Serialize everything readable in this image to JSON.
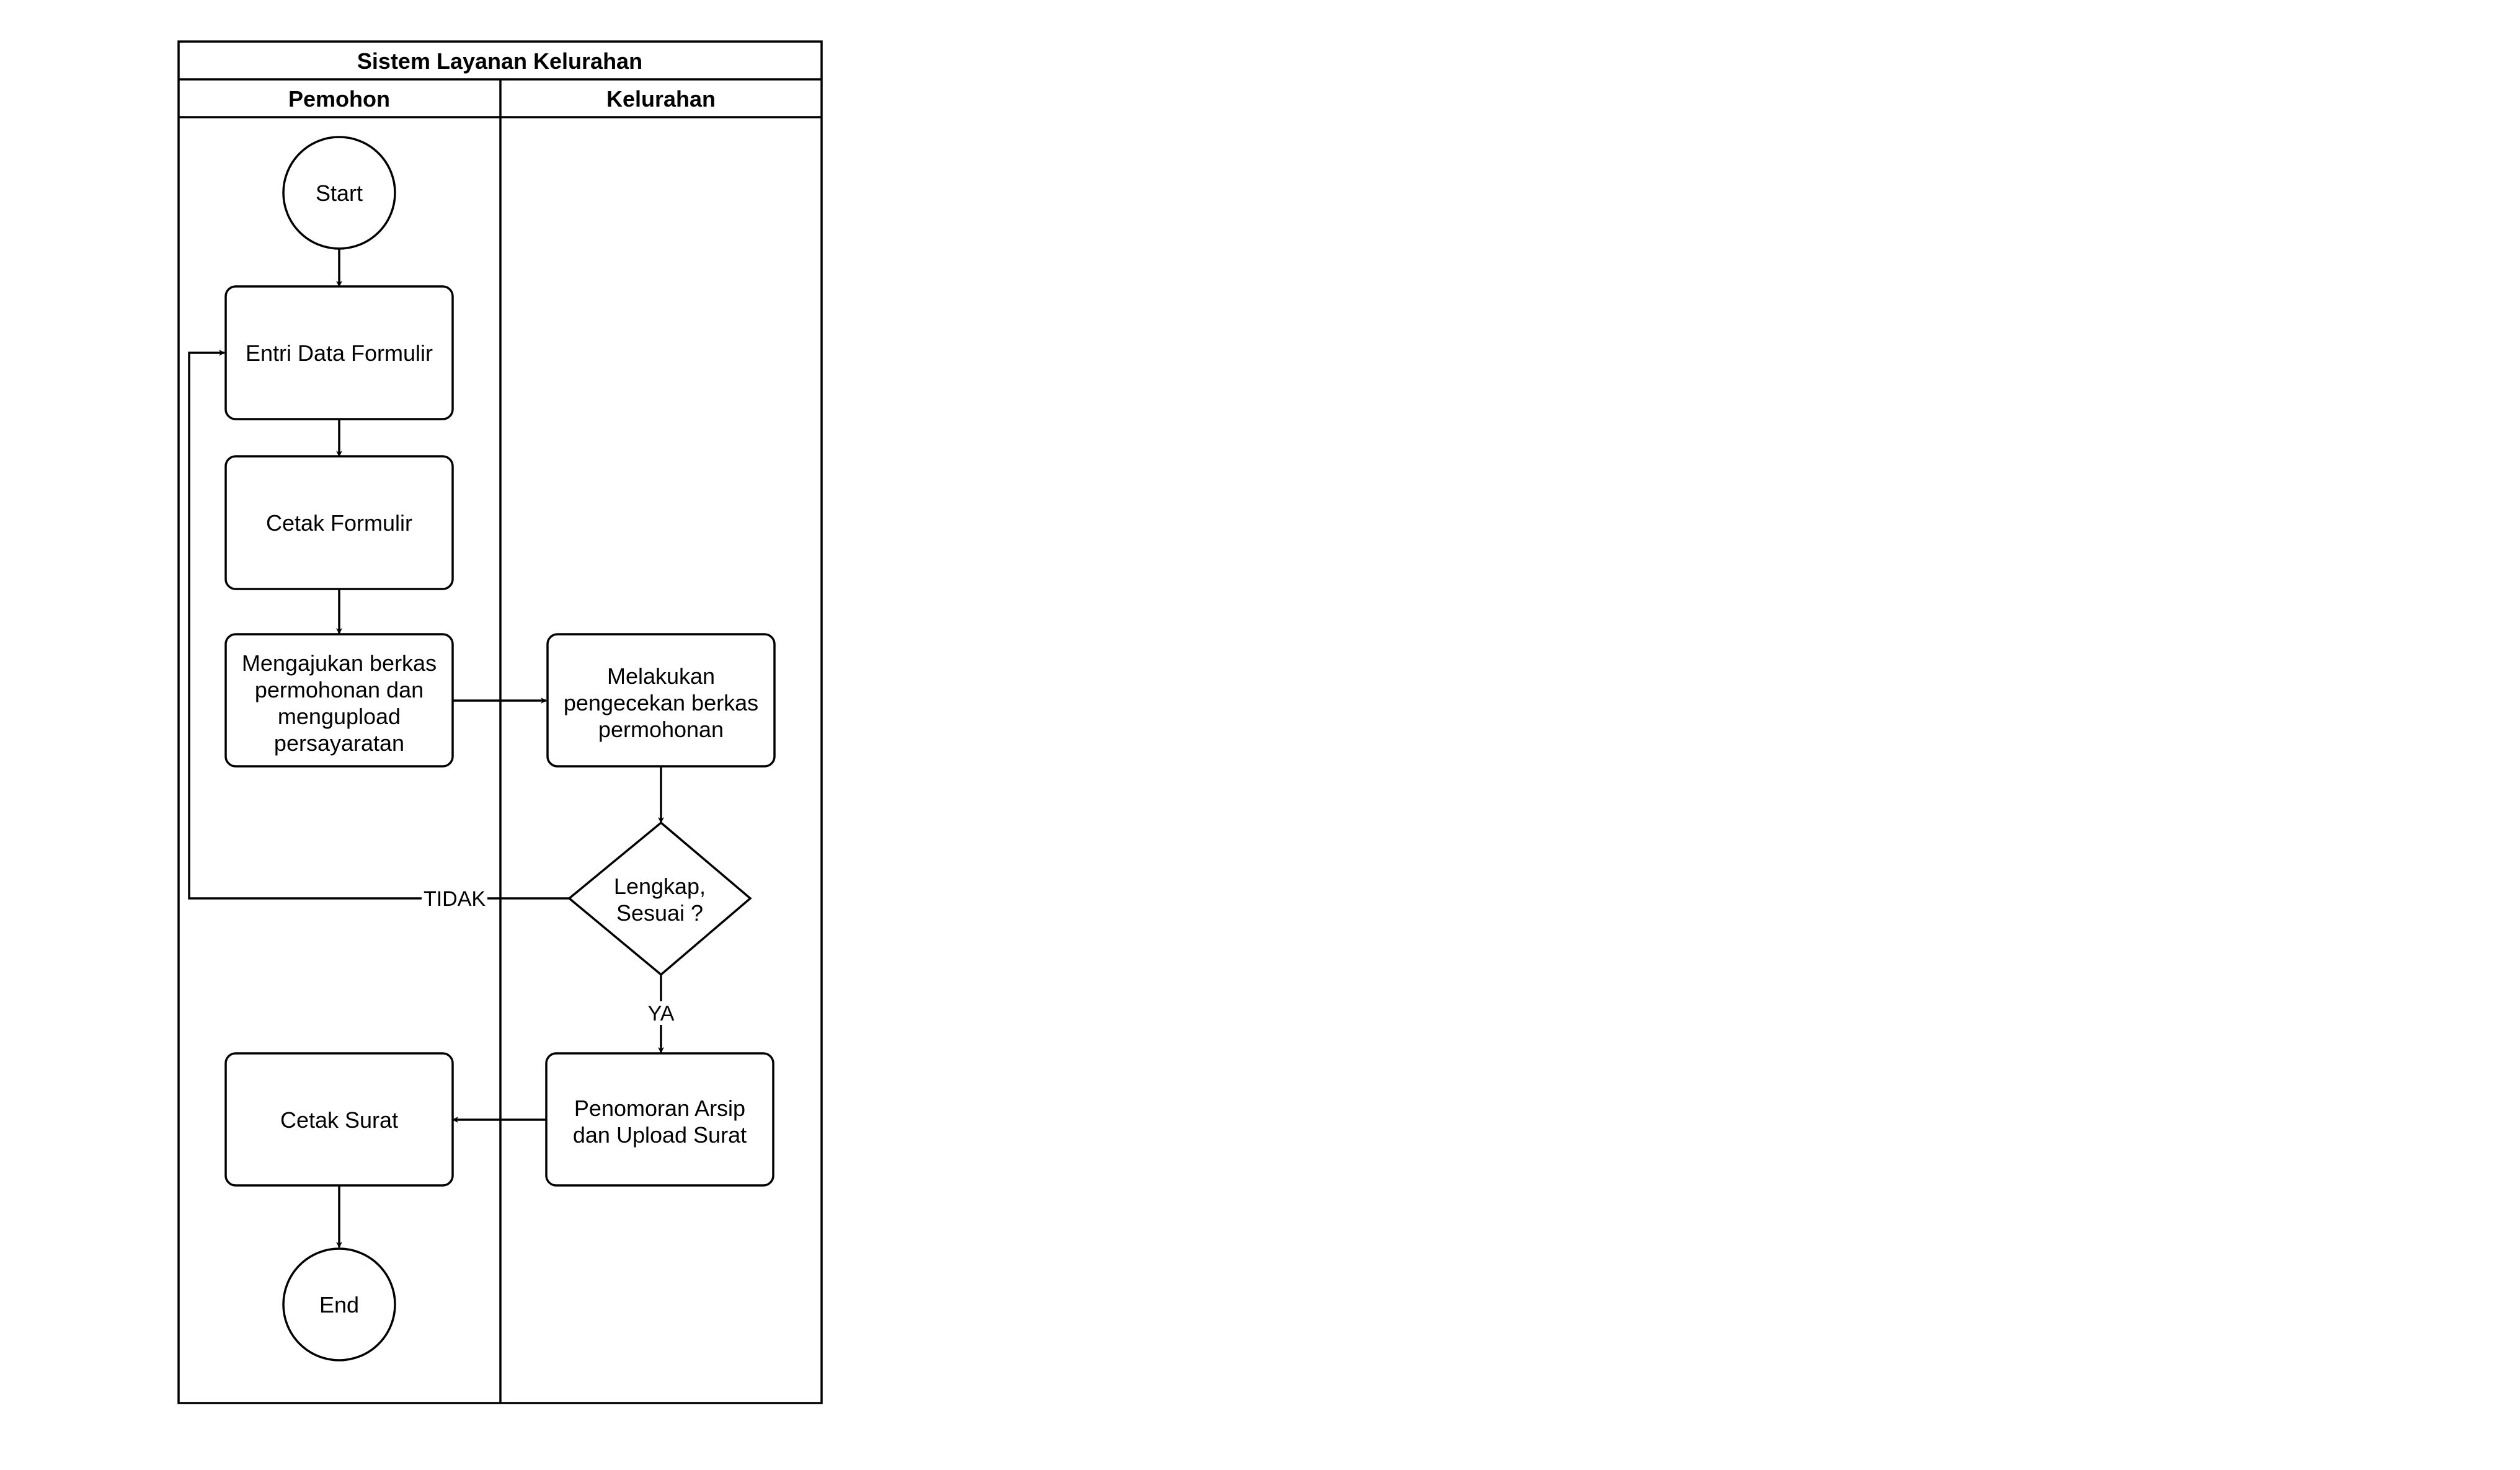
{
  "diagram": {
    "title": "Sistem Layanan Kelurahan",
    "lanes": [
      {
        "id": "pemohon",
        "label": "Pemohon"
      },
      {
        "id": "kelurahan",
        "label": "Kelurahan"
      }
    ],
    "nodes": [
      {
        "id": "start",
        "type": "terminal",
        "lane": "pemohon",
        "lines": [
          "Start"
        ]
      },
      {
        "id": "entri",
        "type": "process",
        "lane": "pemohon",
        "lines": [
          "Entri Data Formulir"
        ]
      },
      {
        "id": "cetak-formulir",
        "type": "process",
        "lane": "pemohon",
        "lines": [
          "Cetak Formulir"
        ]
      },
      {
        "id": "mengajukan",
        "type": "process",
        "lane": "pemohon",
        "lines": [
          "Mengajukan berkas",
          "permohonan dan",
          "mengupload",
          "persayaratan"
        ]
      },
      {
        "id": "melakukan",
        "type": "process",
        "lane": "kelurahan",
        "lines": [
          "Melakukan",
          "pengecekan berkas",
          "permohonan"
        ]
      },
      {
        "id": "lengkap",
        "type": "decision",
        "lane": "kelurahan",
        "lines": [
          "Lengkap,",
          "Sesuai ?"
        ]
      },
      {
        "id": "penomoran",
        "type": "process",
        "lane": "kelurahan",
        "lines": [
          "Penomoran Arsip",
          "dan Upload Surat"
        ]
      },
      {
        "id": "cetak-surat",
        "type": "process",
        "lane": "pemohon",
        "lines": [
          "Cetak Surat"
        ]
      },
      {
        "id": "end",
        "type": "terminal",
        "lane": "pemohon",
        "lines": [
          "End"
        ]
      }
    ],
    "edges": [
      {
        "from": "start",
        "to": "entri",
        "label": ""
      },
      {
        "from": "entri",
        "to": "cetak-formulir",
        "label": ""
      },
      {
        "from": "cetak-formulir",
        "to": "mengajukan",
        "label": ""
      },
      {
        "from": "mengajukan",
        "to": "melakukan",
        "label": ""
      },
      {
        "from": "melakukan",
        "to": "lengkap",
        "label": ""
      },
      {
        "from": "lengkap",
        "to": "entri",
        "label": "TIDAK"
      },
      {
        "from": "lengkap",
        "to": "penomoran",
        "label": "YA"
      },
      {
        "from": "penomoran",
        "to": "cetak-surat",
        "label": ""
      },
      {
        "from": "cetak-surat",
        "to": "end",
        "label": ""
      }
    ]
  }
}
